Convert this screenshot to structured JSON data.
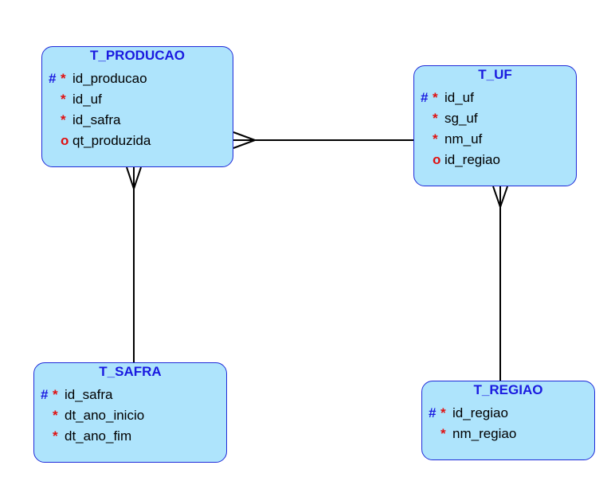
{
  "diagram": {
    "entities": [
      {
        "id": "producao",
        "title": "T_PRODUCAO",
        "attributes": [
          {
            "pk": "#",
            "req": "*",
            "name": "id_producao"
          },
          {
            "pk": "",
            "req": "*",
            "name": "id_uf"
          },
          {
            "pk": "",
            "req": "*",
            "name": "id_safra"
          },
          {
            "pk": "",
            "req": "o",
            "name": "qt_produzida"
          }
        ]
      },
      {
        "id": "uf",
        "title": "T_UF",
        "attributes": [
          {
            "pk": "#",
            "req": "*",
            "name": "id_uf"
          },
          {
            "pk": "",
            "req": "*",
            "name": "sg_uf"
          },
          {
            "pk": "",
            "req": "*",
            "name": "nm_uf"
          },
          {
            "pk": "",
            "req": "o",
            "name": "id_regiao"
          }
        ]
      },
      {
        "id": "safra",
        "title": "T_SAFRA",
        "attributes": [
          {
            "pk": "#",
            "req": "*",
            "name": "id_safra"
          },
          {
            "pk": "",
            "req": "*",
            "name": "dt_ano_inicio"
          },
          {
            "pk": "",
            "req": "*",
            "name": "dt_ano_fim"
          }
        ]
      },
      {
        "id": "regiao",
        "title": "T_REGIAO",
        "attributes": [
          {
            "pk": "#",
            "req": "*",
            "name": "id_regiao"
          },
          {
            "pk": "",
            "req": "*",
            "name": "nm_regiao"
          }
        ]
      }
    ],
    "relationships": [
      {
        "from": "producao",
        "to": "uf",
        "from_cardinality": "many",
        "to_cardinality": "one"
      },
      {
        "from": "producao",
        "to": "safra",
        "from_cardinality": "many",
        "to_cardinality": "one"
      },
      {
        "from": "uf",
        "to": "regiao",
        "from_cardinality": "many",
        "to_cardinality": "one"
      }
    ],
    "colors": {
      "entity_fill": "#aee4fc",
      "entity_border": "#1e2ad8",
      "title_text": "#1a1ae0",
      "pk_mark": "#1a1ae0",
      "required_mark": "#e01010",
      "line": "#000000"
    }
  }
}
